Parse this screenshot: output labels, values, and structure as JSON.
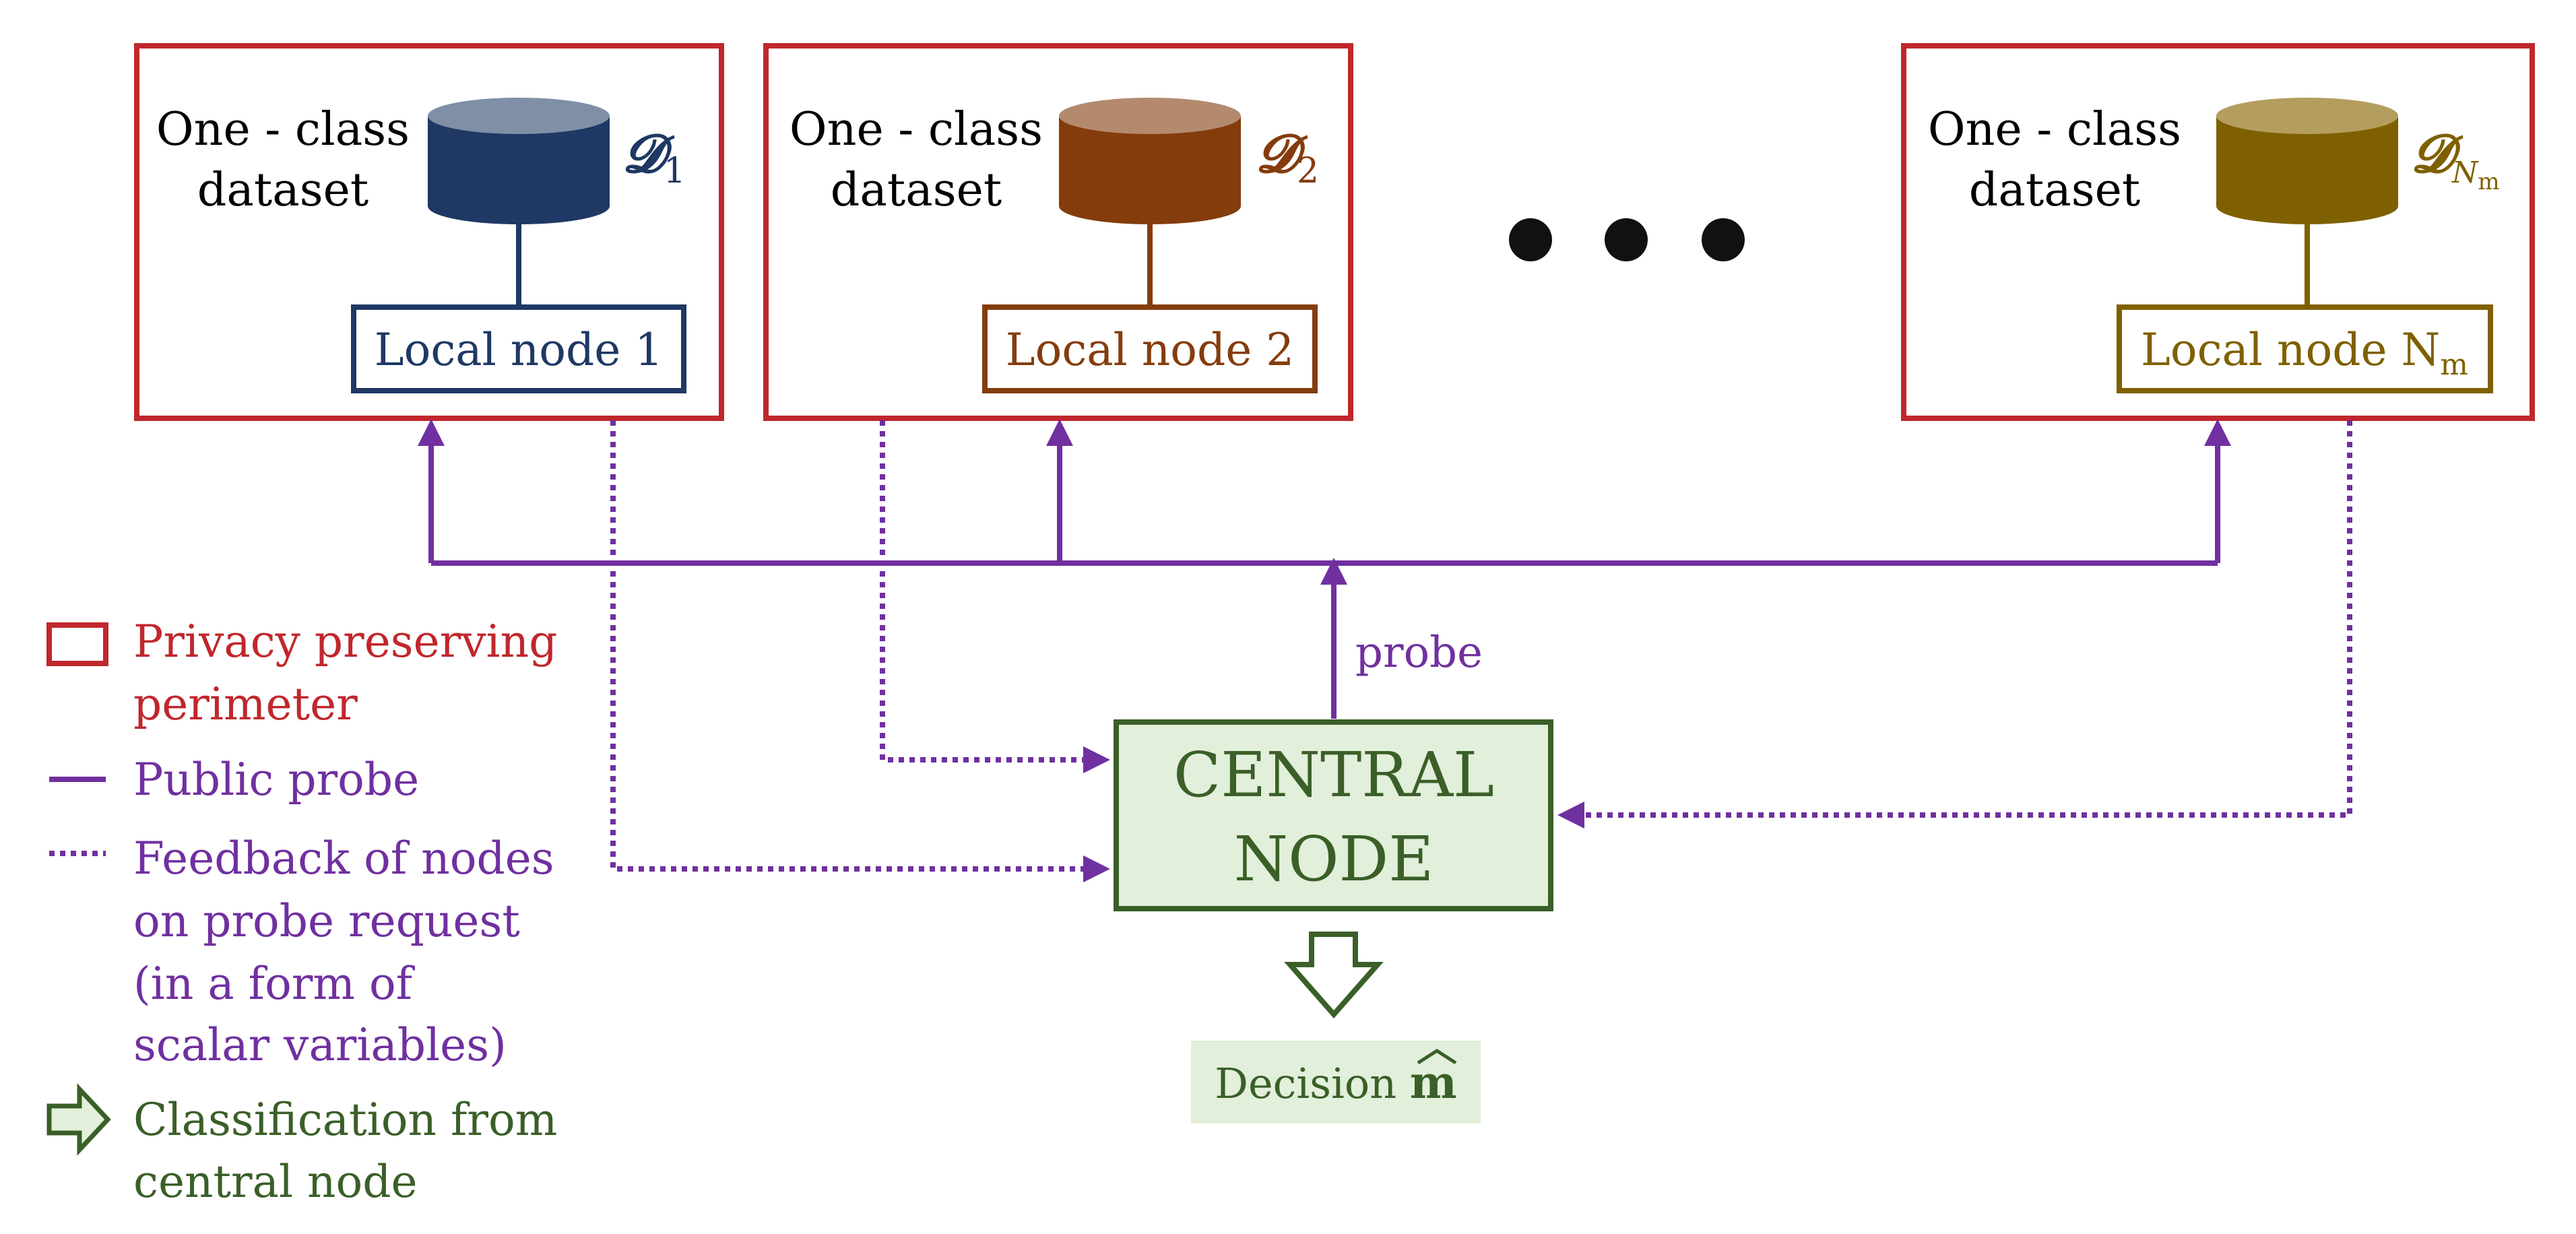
{
  "colors": {
    "perimeter": "#c0272d",
    "probe": "#7030a0",
    "central": "#3a5f28",
    "central_fill": "#e2efda",
    "node1": "#1f3864",
    "node1_top": "#7f8fa6",
    "node2": "#843c0c",
    "node2_top": "#b48a6e",
    "nodeN": "#7f6000",
    "nodeN_top": "#b39e5e"
  },
  "nodes": [
    {
      "dataset_line1": "One - class",
      "dataset_line2": "dataset",
      "dataset_symbol": "𝓓",
      "dataset_sub": "1",
      "local_label": "Local node 1",
      "local_label_sub": ""
    },
    {
      "dataset_line1": "One - class",
      "dataset_line2": "dataset",
      "dataset_symbol": "𝓓",
      "dataset_sub": "2",
      "local_label": "Local node 2",
      "local_label_sub": ""
    },
    {
      "dataset_line1": "One - class",
      "dataset_line2": "dataset",
      "dataset_symbol": "𝓓",
      "dataset_sub": "N",
      "dataset_subsub": "m",
      "local_label": "Local node N",
      "local_label_sub": "m"
    }
  ],
  "ellipsis": "• • •",
  "probe_label": "probe",
  "central_node": {
    "line1": "CENTRAL",
    "line2": "NODE"
  },
  "decision": {
    "label": "Decision",
    "symbol": "m"
  },
  "legend": [
    {
      "icon": "perimeter-square-icon",
      "lines": [
        "Privacy preserving",
        "perimeter"
      ],
      "color": "#c0272d"
    },
    {
      "icon": "solid-line-icon",
      "lines": [
        "Public probe"
      ],
      "color": "#7030a0"
    },
    {
      "icon": "dotted-line-icon",
      "lines": [
        "Feedback of nodes",
        "on probe request",
        "(in a form of",
        "scalar variables)"
      ],
      "color": "#7030a0"
    },
    {
      "icon": "hollow-arrow-icon",
      "lines": [
        "Classification from",
        "central node"
      ],
      "color": "#3a5f28"
    }
  ]
}
